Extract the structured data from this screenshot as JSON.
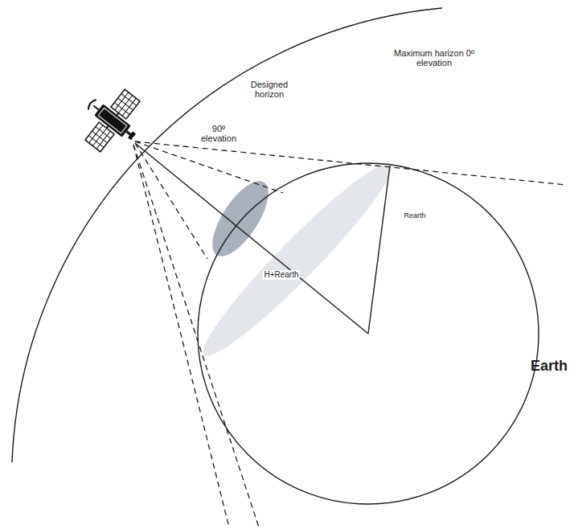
{
  "diagram": {
    "nodes": [
      {
        "text": [
          "Earth"
        ]
      }
    ],
    "labels": [
      "Maximum harizon 0º elevation",
      "Designed horizon",
      "90º elevation",
      "Rearth",
      "H+Rearth"
    ]
  }
}
